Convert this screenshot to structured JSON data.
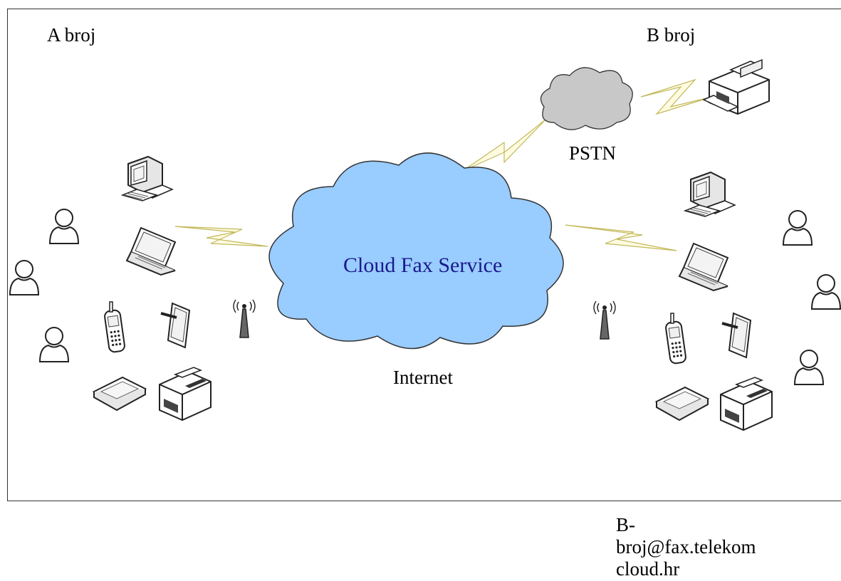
{
  "labels": {
    "a_number": "A broj",
    "b_number": "B broj",
    "pstn": "PSTN",
    "internet": "Internet",
    "cloud": "Cloud Fax Service"
  },
  "address_lines": [
    "B-",
    "broj@fax.telekom",
    "cloud.hr"
  ],
  "icons": {
    "users": "user-icon",
    "desktop": "desktop-computer-icon",
    "laptop": "laptop-icon",
    "phone": "mobile-phone-icon",
    "tablet": "tablet-icon",
    "scanner": "scanner-icon",
    "fax": "fax-machine-icon",
    "antenna": "antenna-icon"
  },
  "colors": {
    "cloud_fill": "#99ccff",
    "pstn_fill": "#c8c8c8",
    "lightning_fill": "#fffbe0",
    "cloud_text": "#1a1a8c"
  }
}
